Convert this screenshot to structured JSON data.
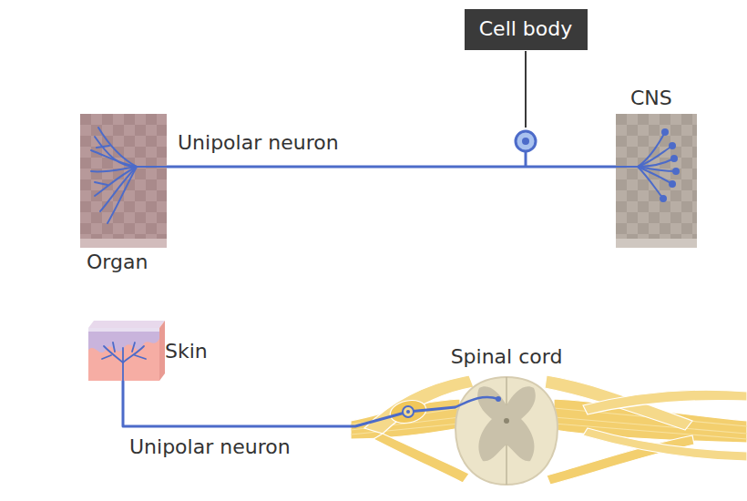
{
  "diagram": {
    "nodes": [
      {
        "text": [
          "Organ"
        ]
      },
      {
        "text": [
          "CNS"
        ]
      },
      {
        "text": [
          "Cell body"
        ]
      },
      {
        "text": [
          "Skin"
        ]
      },
      {
        "text": [
          "Spinal cord"
        ]
      }
    ],
    "edges": [
      {
        "from": 0,
        "to": 1,
        "arrow": "none",
        "label": "Unipolar neuron"
      },
      {
        "from": 3,
        "to": 4,
        "arrow": "none",
        "label": "Unipolar neuron"
      }
    ]
  }
}
